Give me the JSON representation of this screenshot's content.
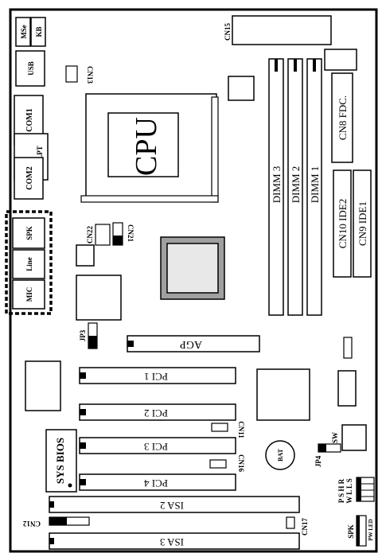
{
  "colors": {
    "ink": "#000000",
    "paper": "#ffffff",
    "chipset_fill": "#a0a0a0",
    "chipset_inner": "#e8e8e8"
  },
  "labels": {
    "mse": "MSe",
    "kb": "KB",
    "usb": "USB",
    "cn13": "CN13",
    "cn15": "CN15",
    "com1": "COM1",
    "lpt": "LPT",
    "com2": "COM2",
    "cpu": "CPU",
    "cn8": "CN8 FDC.",
    "dimm3": "DIMM 3",
    "dimm2": "DIMM 2",
    "dimm1": "DIMM 1",
    "cn10": "CN10 IDE2",
    "cn9": "CN9 IDE1",
    "spk": "SPK",
    "line": "Line",
    "mic": "MIC",
    "cn22": "CN22",
    "cn21": "CN21",
    "jp3": "JP3",
    "agp": "AGP",
    "pci1": "PCI 1",
    "pci2": "PCI 2",
    "pci3": "PCI 3",
    "pci4": "PCI 4",
    "cn11": "CN11",
    "cn16": "CN16",
    "sys_bios": "SYS BIOS",
    "bat": "BAT",
    "sw": "SW",
    "jp4": "JP4",
    "isa2": "ISA 2",
    "isa3": "ISA 3",
    "cn12": "CN12",
    "cn17": "CN17",
    "pshr": "P S H R",
    "wlls": "W L L S",
    "spk2": "SPK",
    "pwled": "PW LED"
  }
}
